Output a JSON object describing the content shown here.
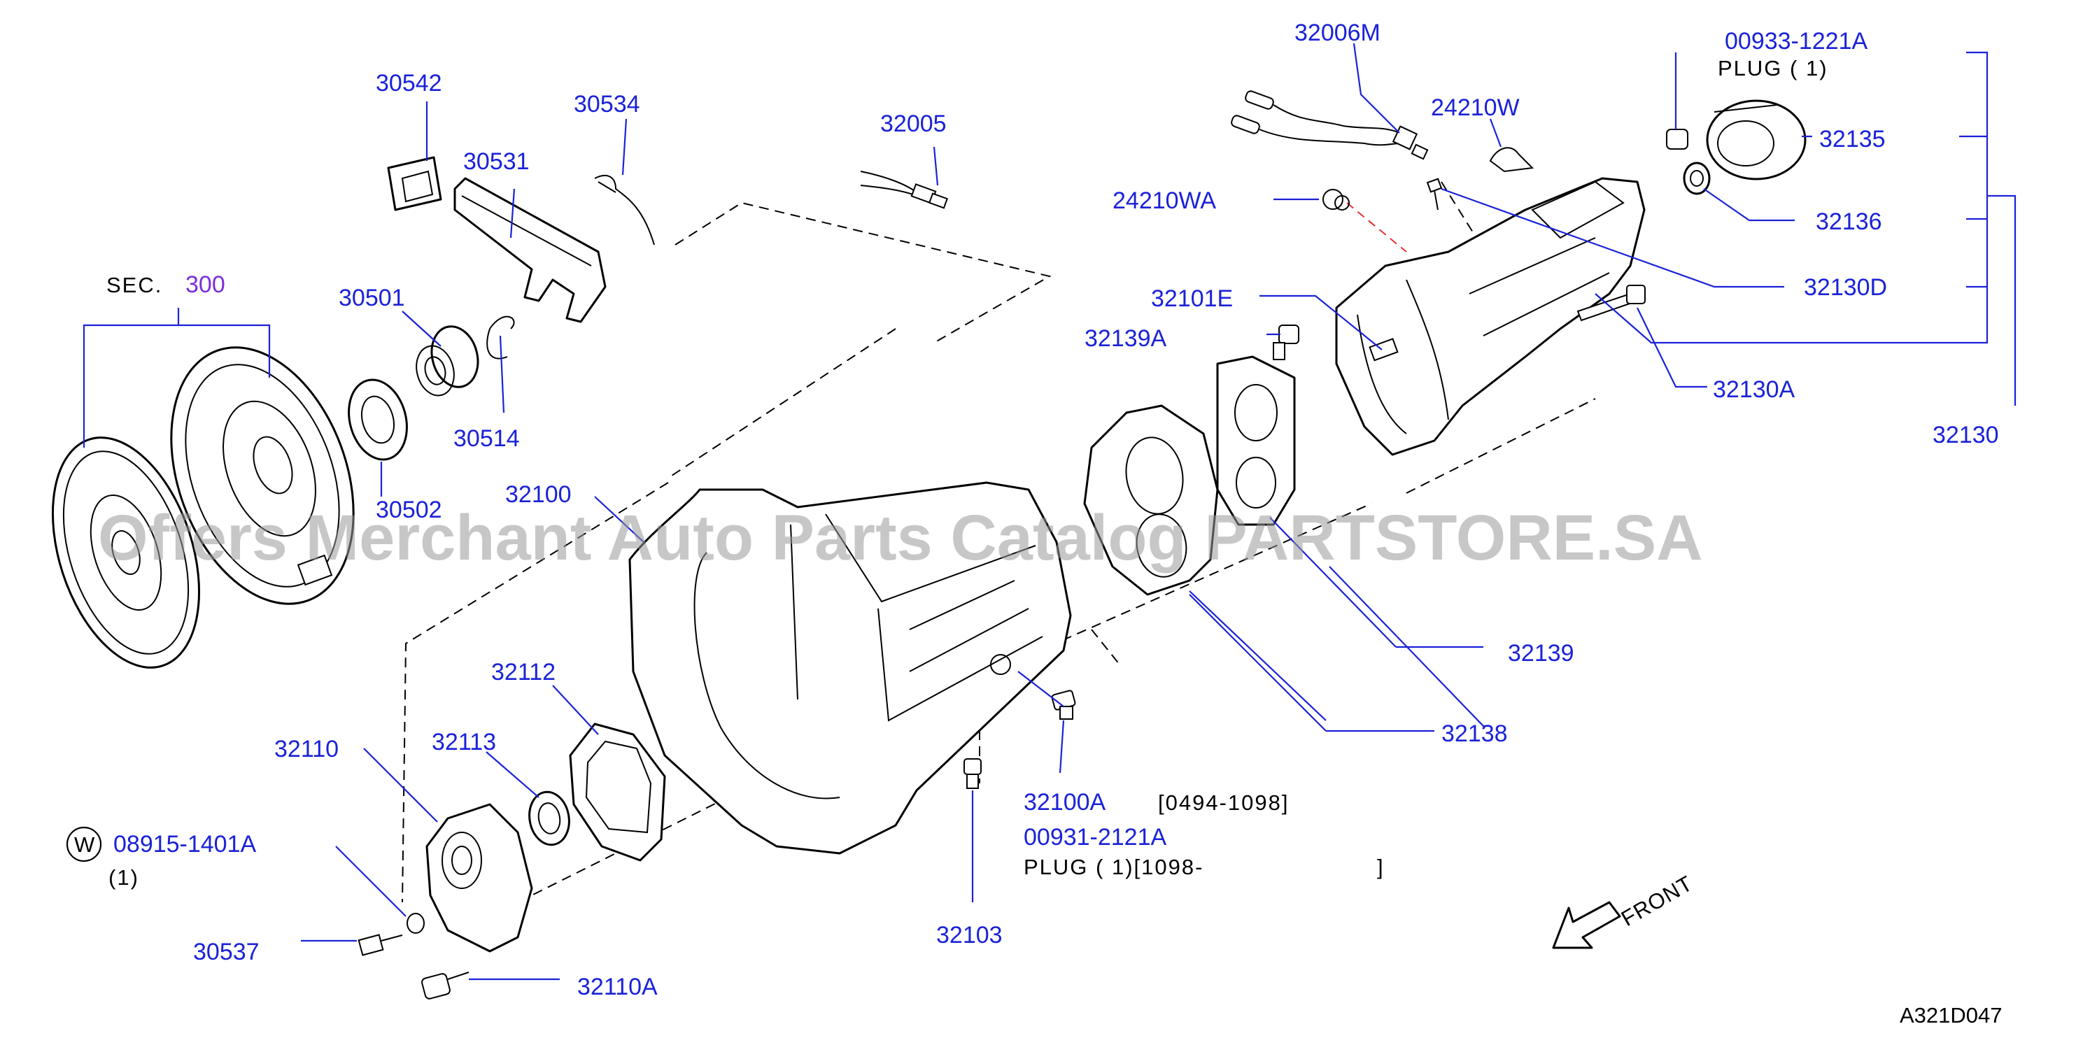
{
  "diagram_code": "A321D047",
  "watermark": "Offers Merchant Auto Parts Catalog PARTSTORE.SA",
  "section_ref": {
    "prefix": "SEC.",
    "number": "300"
  },
  "front_label": "FRONT",
  "washer_symbol": "W",
  "colors": {
    "part_number": "#1a22d8",
    "section_number": "#7a2fd6",
    "watermark": "#9a9a9a",
    "hidden_line": "#e53030"
  },
  "parts": [
    {
      "id": "30542",
      "label": "30542"
    },
    {
      "id": "30534",
      "label": "30534"
    },
    {
      "id": "30531",
      "label": "30531"
    },
    {
      "id": "32005",
      "label": "32005"
    },
    {
      "id": "30501",
      "label": "30501"
    },
    {
      "id": "30514",
      "label": "30514"
    },
    {
      "id": "30502",
      "label": "30502"
    },
    {
      "id": "32100",
      "label": "32100"
    },
    {
      "id": "32112",
      "label": "32112"
    },
    {
      "id": "32110",
      "label": "32110"
    },
    {
      "id": "32113",
      "label": "32113"
    },
    {
      "id": "08915-1401A",
      "label": "08915-1401A",
      "qty": "(1)"
    },
    {
      "id": "30537",
      "label": "30537"
    },
    {
      "id": "32110A",
      "label": "32110A"
    },
    {
      "id": "32103",
      "label": "32103"
    },
    {
      "id": "32100A",
      "label": "32100A",
      "range": "[0494-1098]"
    },
    {
      "id": "00931-2121A",
      "label": "00931-2121A",
      "note": "PLUG ( 1)[1098-",
      "note_end": "]"
    },
    {
      "id": "32006M",
      "label": "32006M"
    },
    {
      "id": "24210W",
      "label": "24210W"
    },
    {
      "id": "24210WA",
      "label": "24210WA"
    },
    {
      "id": "32101E",
      "label": "32101E"
    },
    {
      "id": "32139A",
      "label": "32139A"
    },
    {
      "id": "32139",
      "label": "32139"
    },
    {
      "id": "32138",
      "label": "32138"
    },
    {
      "id": "00933-1221A",
      "label": "00933-1221A",
      "note": "PLUG ( 1)"
    },
    {
      "id": "32135",
      "label": "32135"
    },
    {
      "id": "32136",
      "label": "32136"
    },
    {
      "id": "32130D",
      "label": "32130D"
    },
    {
      "id": "32130A",
      "label": "32130A"
    },
    {
      "id": "32130",
      "label": "32130"
    }
  ]
}
